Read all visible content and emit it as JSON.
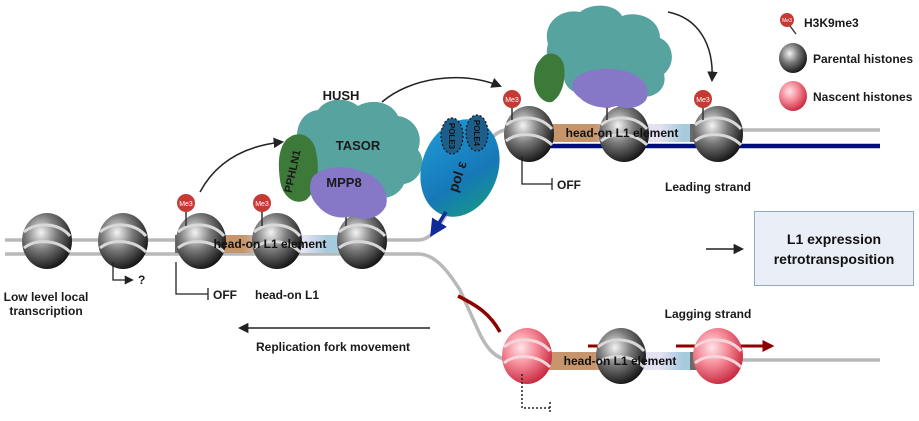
{
  "legend": {
    "h3k9me3": "H3K9me3",
    "parental": "Parental histones",
    "nascent": "Nascent histones"
  },
  "labels": {
    "hush": "HUSH",
    "tasor": "TASOR",
    "pphln1": "PPHLN1",
    "mpp8": "MPP8",
    "pol_e": "pol ε",
    "pole3": "POLE3",
    "pole4": "POLE4",
    "me3": "Me3",
    "element": "head-on L1 element",
    "head_on_l1": "head-on L1",
    "off": "OFF",
    "question": "?",
    "low_level_1": "Low level local",
    "low_level_2": "transcription",
    "fork_movement": "Replication fork movement",
    "leading": "Leading strand",
    "lagging": "Lagging strand"
  },
  "result": {
    "line1": "L1 expression",
    "line2": "retrotransposition"
  },
  "colors": {
    "element_tan": "#c6956c",
    "element_blue": "#a6cbdd",
    "element_lilac": "#e4e1f2",
    "tasor": "#4d9e9a",
    "pphln1": "#3d7a3a",
    "mpp8": "#8678c7",
    "me3": "#c63a36",
    "leading_strand": "#00107a",
    "lagging_strand": "#8c0000",
    "result_arrow": "#e0201a"
  }
}
